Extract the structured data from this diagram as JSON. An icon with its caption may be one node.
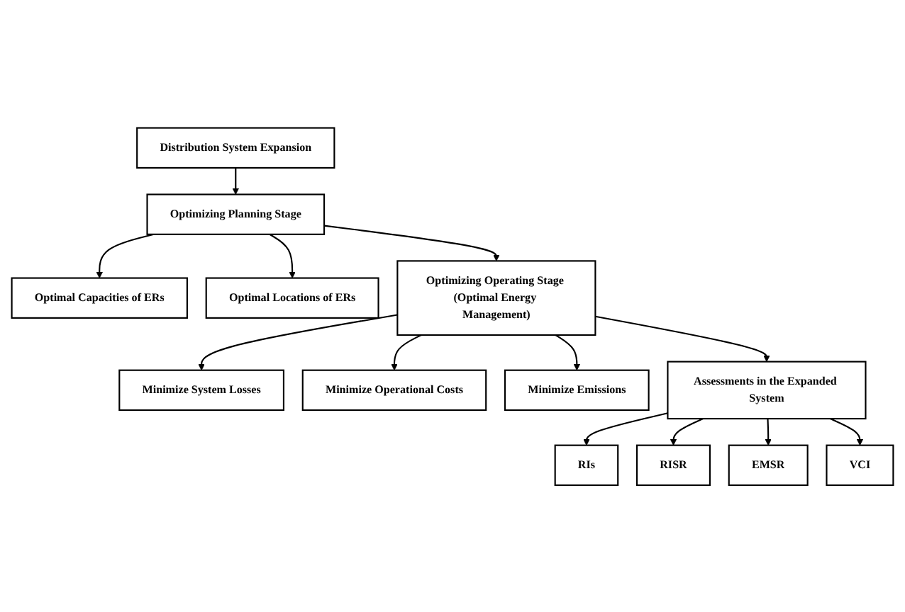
{
  "diagram": {
    "nodes": [
      {
        "text": [
          "Distribution System Expansion"
        ]
      },
      {
        "text": [
          "Optimal Capacities of ERs"
        ]
      },
      {
        "text": [
          "Optimizing Planning Stage"
        ]
      },
      {
        "text": [
          "Optimal Locations of ERs"
        ]
      },
      {
        "text": [
          "Minimize System Losses"
        ]
      },
      {
        "text": [
          "Optimizing Operating Stage (Optimal Energy Management)"
        ]
      },
      {
        "text": [
          "Minimize Operational Costs"
        ]
      },
      {
        "text": [
          "Minimize Emissions"
        ]
      },
      {
        "text": [
          "RIs"
        ]
      },
      {
        "text": [
          "Assessments in the Expanded System"
        ]
      },
      {
        "text": [
          "EMSR"
        ]
      },
      {
        "text": [
          "RISR"
        ]
      },
      {
        "text": [
          "VCI"
        ]
      }
    ],
    "edges": [
      {
        "from": 0,
        "to": 2,
        "arrow": "to"
      },
      {
        "from": 2,
        "to": 1,
        "arrow": "to"
      },
      {
        "from": 2,
        "to": 3,
        "arrow": "to"
      },
      {
        "from": 2,
        "to": 5,
        "arrow": "to"
      },
      {
        "from": 5,
        "to": 4,
        "arrow": "to"
      },
      {
        "from": 5,
        "to": 7,
        "arrow": "to"
      },
      {
        "from": 5,
        "to": 6,
        "arrow": "to"
      },
      {
        "from": 5,
        "to": 9,
        "arrow": "to"
      },
      {
        "from": 9,
        "to": 8,
        "arrow": "to"
      },
      {
        "from": 9,
        "to": 11,
        "arrow": "to"
      },
      {
        "from": 9,
        "to": 10,
        "arrow": "to"
      },
      {
        "from": 9,
        "to": 12,
        "arrow": "to"
      }
    ]
  }
}
